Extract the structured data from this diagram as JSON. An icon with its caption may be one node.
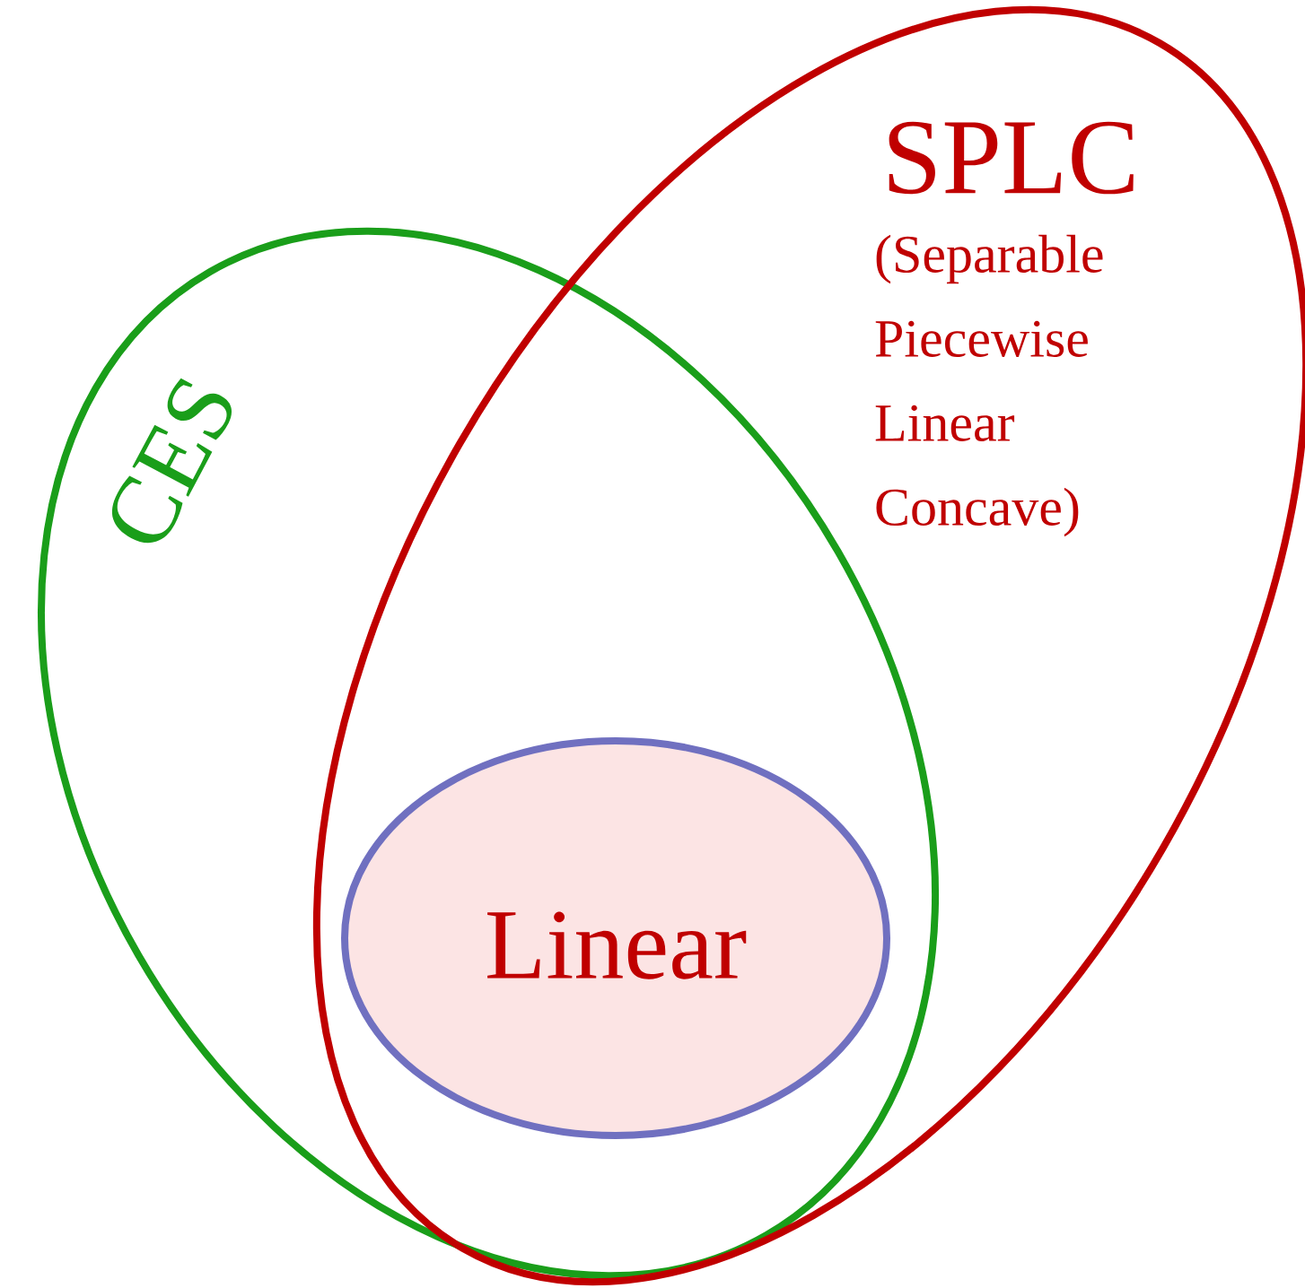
{
  "diagram": {
    "nodes": [
      {
        "text": [
          "CES"
        ]
      },
      {
        "text": [
          "SPLC",
          "(Separable Piecewise Linear Concave)"
        ]
      },
      {
        "text": [
          "Linear"
        ]
      }
    ]
  }
}
